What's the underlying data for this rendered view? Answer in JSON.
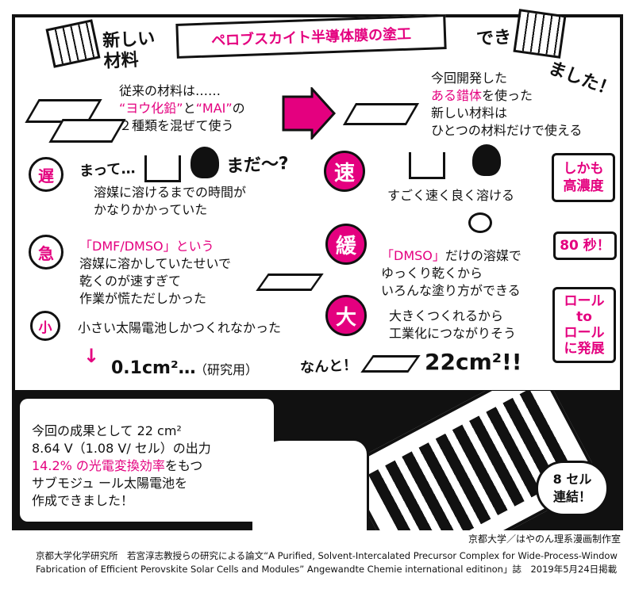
{
  "title": "ペロブスカイト半導体膜の塗工",
  "header": {
    "left_hand": "新しい材料",
    "right_hand_1": "でき",
    "right_hand_2": "ました！"
  },
  "before": {
    "lines": [
      "従来の材料は……",
      "“ヨウ化鉛”",
      "と",
      "“MAI”",
      "の",
      "２種類を混ぜて使う"
    ]
  },
  "after": {
    "lines": [
      "今回開発した",
      "ある錯体",
      "を使った",
      "新しい材料は",
      "ひとつの材料だけで使える"
    ]
  },
  "rows": [
    {
      "old_badge": "遅",
      "old_hand_1": "まって…",
      "old_hand_2": "まだ～?",
      "old_lines": [
        "溶媒に溶けるまでの時間が",
        "かなりかかっていた"
      ],
      "new_badge": "速",
      "new_lines": [
        "すごく速く良く溶ける"
      ],
      "note": [
        "しかも",
        "高濃度"
      ]
    },
    {
      "old_badge": "急",
      "old_lines": [
        "「DMF/DMSO」という",
        "溶媒に溶かしていたせいで",
        "乾くのが速すぎて",
        "作業が慌ただしかった"
      ],
      "new_badge": "緩",
      "new_lines": [
        "「DMSO」",
        "だけの溶媒で",
        "ゆっくり乾くから",
        "いろんな塗り方ができる"
      ],
      "note": [
        "80 秒！"
      ]
    },
    {
      "old_badge": "小",
      "old_lines": [
        "小さい太陽電池しかつくれなかった"
      ],
      "old_hand_1": "0.1cm²…",
      "old_suffix": "（研究用）",
      "new_badge": "大",
      "new_lines": [
        "大きくつくれるから",
        "工業化につながりそう"
      ],
      "new_hand_1": "なんと！",
      "new_hand_2": "22cm²!!",
      "note": [
        "ロール",
        "to",
        "ロール",
        "に発展"
      ]
    }
  ],
  "result": {
    "lines": [
      "今回の成果として 22 cm²",
      "8.64 V（1.08 V/ セル）の出力",
      "14.2% の光電変換効率",
      "をもつ",
      "サブモジュ ール太陽電池を",
      "作成できました！"
    ],
    "bubble": [
      "8 セル",
      "連結！"
    ]
  },
  "credits": {
    "author": "京都大学／はやのん理系漫画制作室",
    "citation_1": "京都大学化学研究所　若宮淳志教授らの研究による論文“A Purified, Solvent-Intercalated Precursor Complex for Wide-Process-Window",
    "citation_2": "Fabrication of Efficient Perovskite Solar Cells and Modules”  Angewandte Chemie international editinon」誌　2019年5月24日掲載"
  },
  "colors": {
    "accent": "#e4007f",
    "ink": "#111111"
  }
}
